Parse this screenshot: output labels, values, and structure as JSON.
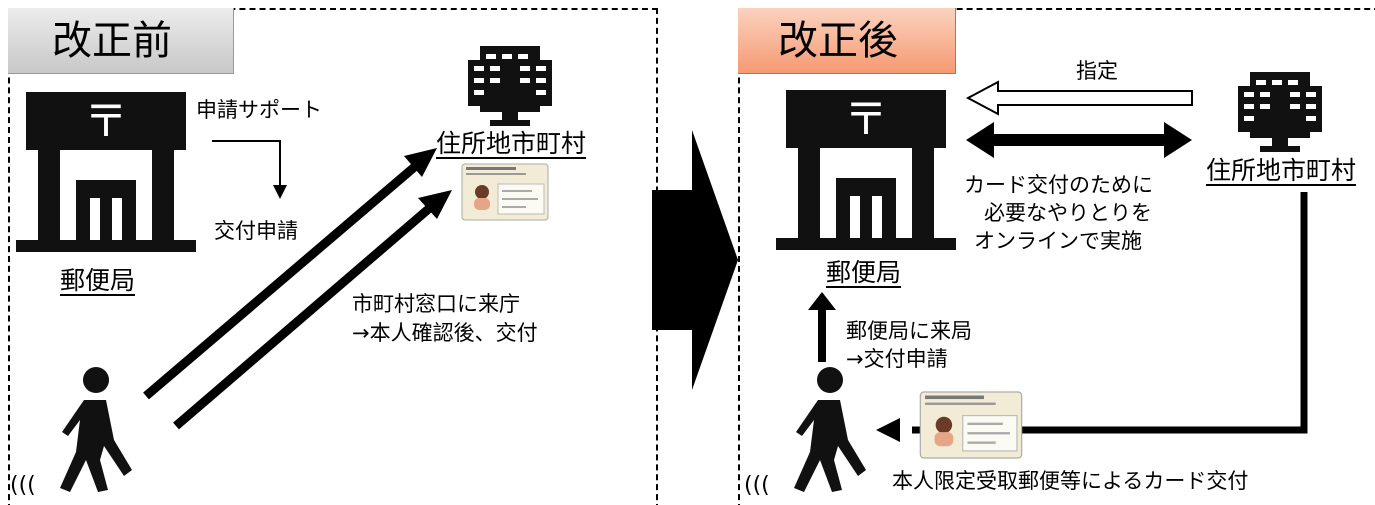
{
  "before": {
    "tag": "改正前",
    "post_office": "郵便局",
    "support": "申請サポート",
    "apply": "交付申請",
    "municipality": "住所地市町村",
    "window_line1": "市町村窓口に来庁",
    "window_line2": "→本人確認後、交付"
  },
  "after": {
    "tag": "改正後",
    "designate": "指定",
    "online_line1": "カード交付のために",
    "online_line2": "必要なやりとりを",
    "online_line3": "オンラインで実施",
    "municipality": "住所地市町村",
    "post_office": "郵便局",
    "visit_line1": "郵便局に来局",
    "visit_line2": "→交付申請",
    "delivery": "本人限定受取郵便等によるカード交付"
  },
  "colors": {
    "before_tag": "#d4d4d4",
    "after_tag": "#f6a783",
    "arrow": "#000000"
  }
}
